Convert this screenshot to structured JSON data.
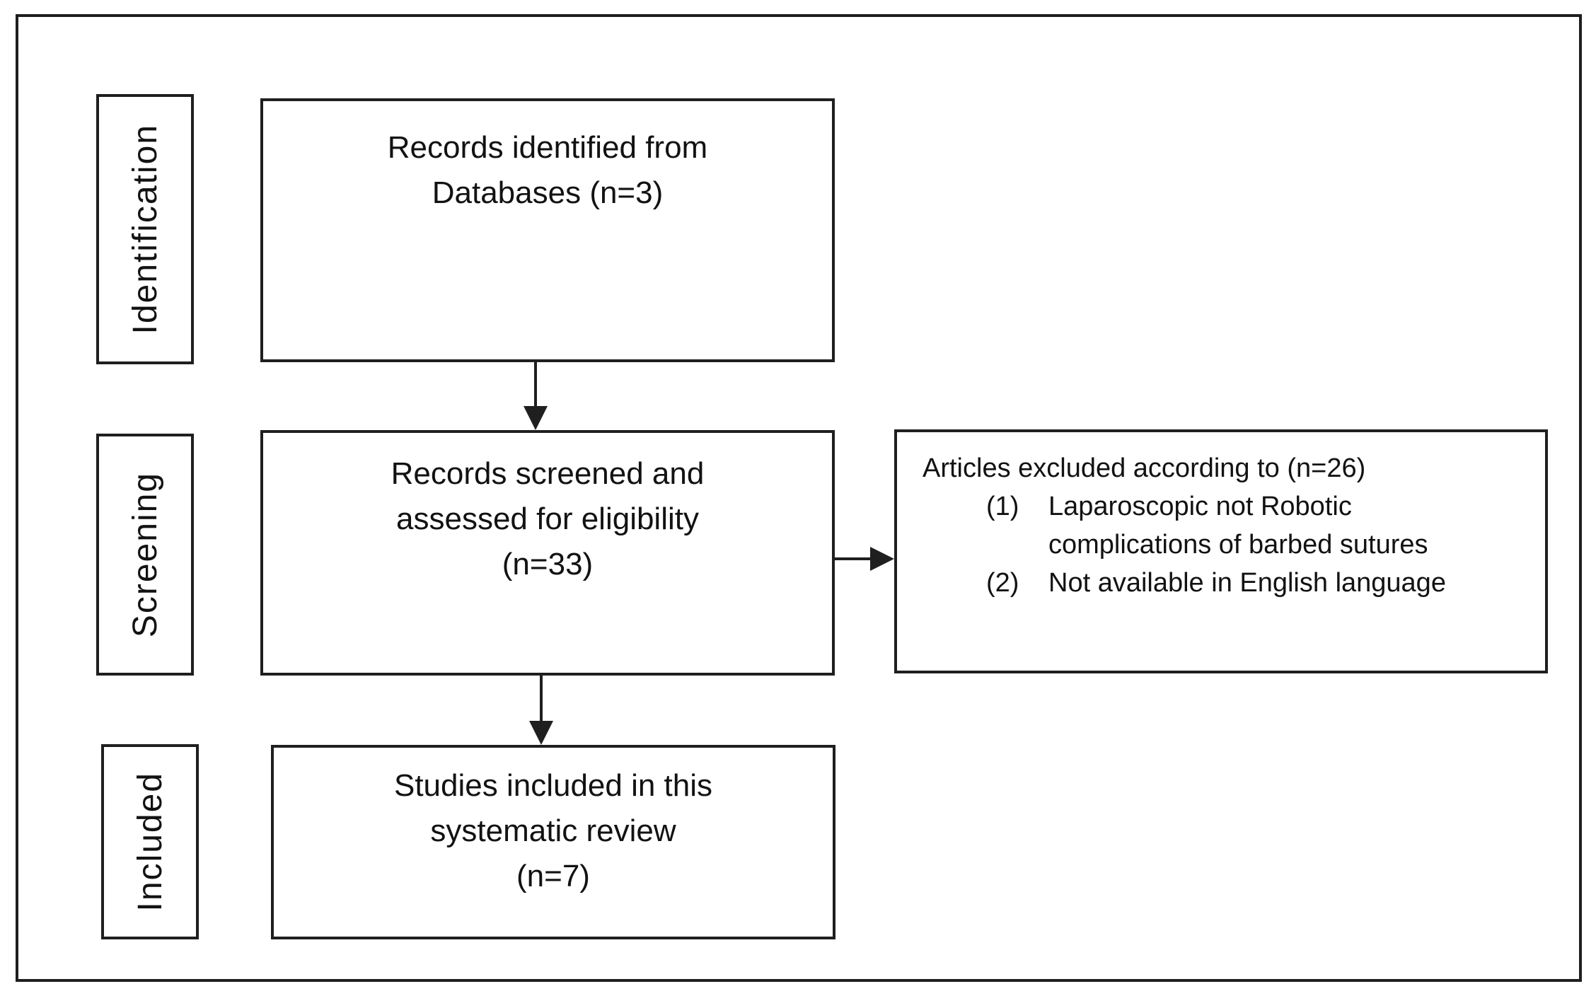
{
  "flowchart": {
    "colors": {
      "stroke": "#1f1f1f",
      "text": "#121212",
      "background": "#ffffff"
    },
    "stage_labels": [
      {
        "id": "identification",
        "label": "Identification"
      },
      {
        "id": "screening",
        "label": "Screening"
      },
      {
        "id": "included",
        "label": "Included"
      }
    ],
    "nodes": {
      "identified": {
        "count": 3,
        "lines": [
          "Records identified from",
          "Databases (n=3)"
        ]
      },
      "screened": {
        "count": 33,
        "lines": [
          "Records screened and",
          "assessed for eligibility",
          "(n=33)"
        ]
      },
      "included": {
        "count": 7,
        "lines": [
          "Studies included in this",
          "systematic review",
          "(n=7)"
        ]
      },
      "excluded": {
        "count": 26,
        "title": "Articles excluded according to (n=26)",
        "items": [
          {
            "number": "(1)",
            "lines": [
              "Laparoscopic not Robotic",
              "complications of barbed sutures"
            ]
          },
          {
            "number": "(2)",
            "lines": [
              "Not available in English language"
            ]
          }
        ]
      }
    }
  }
}
